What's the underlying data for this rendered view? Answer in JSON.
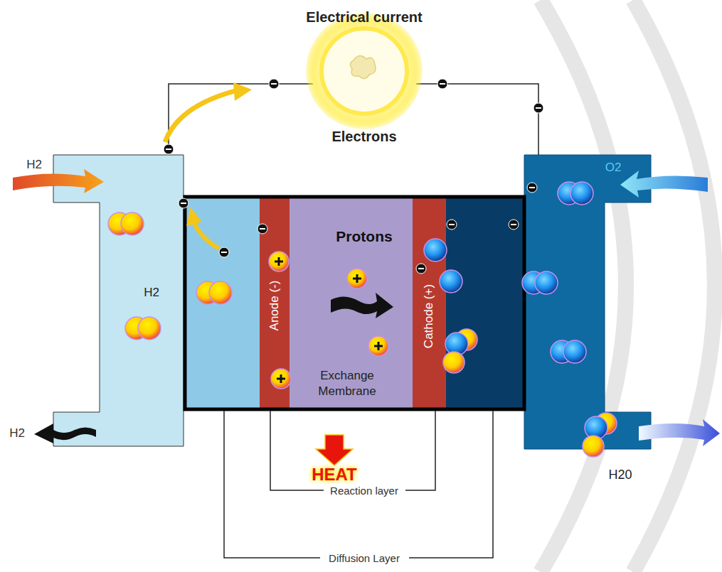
{
  "diagram": {
    "nodes": [
      {
        "text": [
          "H2"
        ]
      },
      {
        "text": [
          "Anode (-)"
        ]
      },
      {
        "text": [
          "Protons",
          "Exchange Membrane"
        ]
      },
      {
        "text": [
          "Cathode (+)"
        ]
      },
      {
        "text": [
          "O2"
        ]
      }
    ],
    "labels": [
      "Electrical current",
      "Electrons",
      "H2",
      "H2",
      "HEAT",
      "Reaction layer",
      "H20",
      "Diffusion Layer"
    ]
  }
}
